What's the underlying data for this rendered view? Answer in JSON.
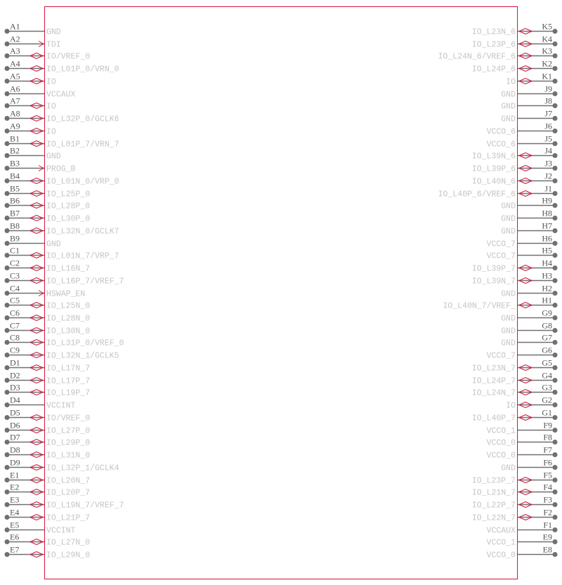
{
  "colors": {
    "body_outline": "#d2143a",
    "pin_line": "#707070",
    "arrow": "#d2143a",
    "label": "#c4c4c4",
    "pin_number": "#555555"
  },
  "left_pins": [
    {
      "num": "A1",
      "name": "GND",
      "type": "passive"
    },
    {
      "num": "A2",
      "name": "TDI",
      "type": "input"
    },
    {
      "num": "A3",
      "name": "IO/VREF_0",
      "type": "bidir"
    },
    {
      "num": "A4",
      "name": "IO_L01P_0/VRN_0",
      "type": "bidir"
    },
    {
      "num": "A5",
      "name": "IO",
      "type": "bidir"
    },
    {
      "num": "A6",
      "name": "VCCAUX",
      "type": "passive"
    },
    {
      "num": "A7",
      "name": "IO",
      "type": "bidir"
    },
    {
      "num": "A8",
      "name": "IO_L32P_0/GCLK6",
      "type": "bidir"
    },
    {
      "num": "A9",
      "name": "IO",
      "type": "bidir"
    },
    {
      "num": "B1",
      "name": "IO_L01P_7/VRN_7",
      "type": "bidir"
    },
    {
      "num": "B2",
      "name": "GND",
      "type": "passive"
    },
    {
      "num": "B3",
      "name": "PROG_B",
      "type": "input"
    },
    {
      "num": "B4",
      "name": "IO_L01N_0/VRP_0",
      "type": "bidir"
    },
    {
      "num": "B5",
      "name": "IO_L25P_0",
      "type": "bidir"
    },
    {
      "num": "B6",
      "name": "IO_L28P_0",
      "type": "bidir"
    },
    {
      "num": "B7",
      "name": "IO_L30P_0",
      "type": "bidir"
    },
    {
      "num": "B8",
      "name": "IO_L32N_0/GCLK7",
      "type": "bidir"
    },
    {
      "num": "B9",
      "name": "GND",
      "type": "passive"
    },
    {
      "num": "C1",
      "name": "IO_L01N_7/VRP_7",
      "type": "bidir"
    },
    {
      "num": "C2",
      "name": "IO_L16N_7",
      "type": "bidir"
    },
    {
      "num": "C3",
      "name": "IO_L16P_7/VREF_7",
      "type": "bidir"
    },
    {
      "num": "C4",
      "name": "HSWAP_EN",
      "type": "input"
    },
    {
      "num": "C5",
      "name": "IO_L25N_0",
      "type": "bidir"
    },
    {
      "num": "C6",
      "name": "IO_L28N_0",
      "type": "bidir"
    },
    {
      "num": "C7",
      "name": "IO_L30N_0",
      "type": "bidir"
    },
    {
      "num": "C8",
      "name": "IO_L31P_0/VREF_0",
      "type": "bidir"
    },
    {
      "num": "C9",
      "name": "IO_L32N_1/GCLK5",
      "type": "bidir"
    },
    {
      "num": "D1",
      "name": "IO_L17N_7",
      "type": "bidir"
    },
    {
      "num": "D2",
      "name": "IO_L17P_7",
      "type": "bidir"
    },
    {
      "num": "D3",
      "name": "IO_L19P_7",
      "type": "bidir"
    },
    {
      "num": "D4",
      "name": "VCCINT",
      "type": "passive"
    },
    {
      "num": "D5",
      "name": "IO/VREF_0",
      "type": "bidir"
    },
    {
      "num": "D6",
      "name": "IO_L27P_0",
      "type": "bidir"
    },
    {
      "num": "D7",
      "name": "IO_L29P_0",
      "type": "bidir"
    },
    {
      "num": "D8",
      "name": "IO_L31N_0",
      "type": "bidir"
    },
    {
      "num": "D9",
      "name": "IO_L32P_1/GCLK4",
      "type": "bidir"
    },
    {
      "num": "E1",
      "name": "IO_L20N_7",
      "type": "bidir"
    },
    {
      "num": "E2",
      "name": "IO_L20P_7",
      "type": "bidir"
    },
    {
      "num": "E3",
      "name": "IO_L19N_7/VREF_7",
      "type": "bidir"
    },
    {
      "num": "E4",
      "name": "IO_L21P_7",
      "type": "bidir"
    },
    {
      "num": "E5",
      "name": "VCCINT",
      "type": "passive"
    },
    {
      "num": "E6",
      "name": "IO_L27N_0",
      "type": "bidir"
    },
    {
      "num": "E7",
      "name": "IO_L29N_0",
      "type": "bidir"
    }
  ],
  "right_pins": [
    {
      "num": "K5",
      "name": "IO_L23N_6",
      "type": "bidir"
    },
    {
      "num": "K4",
      "name": "IO_L23P_6",
      "type": "bidir"
    },
    {
      "num": "K3",
      "name": "IO_L24N_6/VREF_6",
      "type": "bidir"
    },
    {
      "num": "K2",
      "name": "IO_L24P_6",
      "type": "bidir"
    },
    {
      "num": "K1",
      "name": "IO",
      "type": "bidir"
    },
    {
      "num": "J9",
      "name": "GND",
      "type": "passive"
    },
    {
      "num": "J8",
      "name": "GND",
      "type": "passive"
    },
    {
      "num": "J7",
      "name": "GND",
      "type": "passive"
    },
    {
      "num": "J6",
      "name": "VCCO_6",
      "type": "passive"
    },
    {
      "num": "J5",
      "name": "VCCO_6",
      "type": "passive"
    },
    {
      "num": "J4",
      "name": "IO_L39N_6",
      "type": "bidir"
    },
    {
      "num": "J3",
      "name": "IO_L39P_6",
      "type": "bidir"
    },
    {
      "num": "J2",
      "name": "IO_L40N_6",
      "type": "bidir"
    },
    {
      "num": "J1",
      "name": "IO_L40P_6/VREF_6",
      "type": "bidir"
    },
    {
      "num": "H9",
      "name": "GND",
      "type": "passive"
    },
    {
      "num": "H8",
      "name": "GND",
      "type": "passive"
    },
    {
      "num": "H7",
      "name": "GND",
      "type": "passive"
    },
    {
      "num": "H6",
      "name": "VCCO_7",
      "type": "passive"
    },
    {
      "num": "H5",
      "name": "VCCO_7",
      "type": "passive"
    },
    {
      "num": "H4",
      "name": "IO_L39P_7",
      "type": "bidir"
    },
    {
      "num": "H3",
      "name": "IO_L39N_7",
      "type": "bidir"
    },
    {
      "num": "H2",
      "name": "GND",
      "type": "passive"
    },
    {
      "num": "H1",
      "name": "IO_L40N_7/VREF_",
      "type": "bidir"
    },
    {
      "num": "G9",
      "name": "GND",
      "type": "passive"
    },
    {
      "num": "G8",
      "name": "GND",
      "type": "passive"
    },
    {
      "num": "G7",
      "name": "GND",
      "type": "passive"
    },
    {
      "num": "G6",
      "name": "VCCO_7",
      "type": "passive"
    },
    {
      "num": "G5",
      "name": "IO_L23N_7",
      "type": "bidir"
    },
    {
      "num": "G4",
      "name": "IO_L24P_7",
      "type": "bidir"
    },
    {
      "num": "G3",
      "name": "IO_L24N_7",
      "type": "bidir"
    },
    {
      "num": "G2",
      "name": "IO",
      "type": "bidir"
    },
    {
      "num": "G1",
      "name": "IO_L40P_7",
      "type": "bidir"
    },
    {
      "num": "F9",
      "name": "VCCO_1",
      "type": "passive"
    },
    {
      "num": "F8",
      "name": "VCCO_0",
      "type": "passive"
    },
    {
      "num": "F7",
      "name": "VCCO_0",
      "type": "passive"
    },
    {
      "num": "F6",
      "name": "GND",
      "type": "passive"
    },
    {
      "num": "F5",
      "name": "IO_L23P_7",
      "type": "bidir"
    },
    {
      "num": "F4",
      "name": "IO_L21N_7",
      "type": "bidir"
    },
    {
      "num": "F3",
      "name": "IO_L22P_7",
      "type": "bidir"
    },
    {
      "num": "F2",
      "name": "IO_L22N_7",
      "type": "bidir"
    },
    {
      "num": "F1",
      "name": "VCCAUX",
      "type": "passive"
    },
    {
      "num": "E9",
      "name": "VCCO_1",
      "type": "passive"
    },
    {
      "num": "E8",
      "name": "VCCO_0",
      "type": "passive"
    }
  ]
}
